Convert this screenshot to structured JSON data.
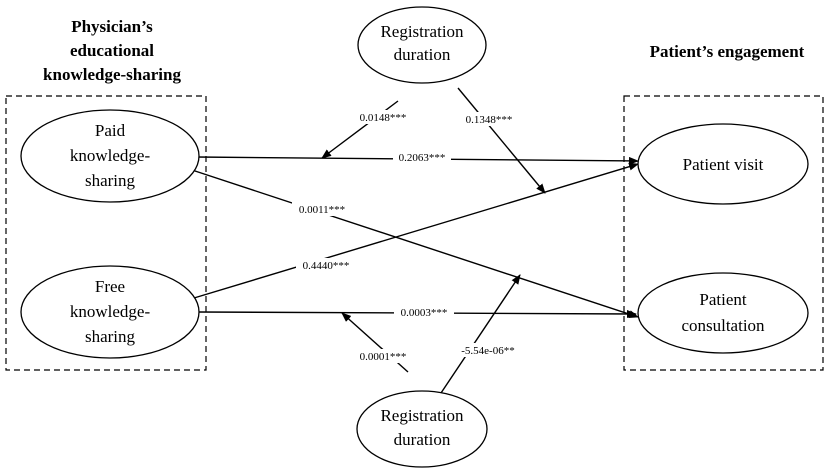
{
  "headings": {
    "left_line1": "Physician’s",
    "left_line2": "educational",
    "left_line3": "knowledge-sharing",
    "right": "Patient’s engagement"
  },
  "nodes": {
    "paid": {
      "line1": "Paid",
      "line2": "knowledge-",
      "line3": "sharing"
    },
    "free": {
      "line1": "Free",
      "line2": "knowledge-",
      "line3": "sharing"
    },
    "visit": {
      "line1": "Patient visit"
    },
    "consult": {
      "line1": "Patient",
      "line2": "consultation"
    },
    "reg_top": {
      "line1": "Registration",
      "line2": "duration"
    },
    "reg_bottom": {
      "line1": "Registration",
      "line2": "duration"
    }
  },
  "coefficients": {
    "paid_to_visit": "0.2063***",
    "paid_to_consult": "0.0011***",
    "free_to_visit": "0.4440***",
    "free_to_consult": "0.0003***",
    "reg_top_moderates_paid": "0.0148***",
    "reg_top_moderates_free_visit": "0.1348***",
    "reg_bottom_moderates_free": "0.0001***",
    "reg_bottom_moderates_paid_consult": "-5.54e-06**"
  }
}
